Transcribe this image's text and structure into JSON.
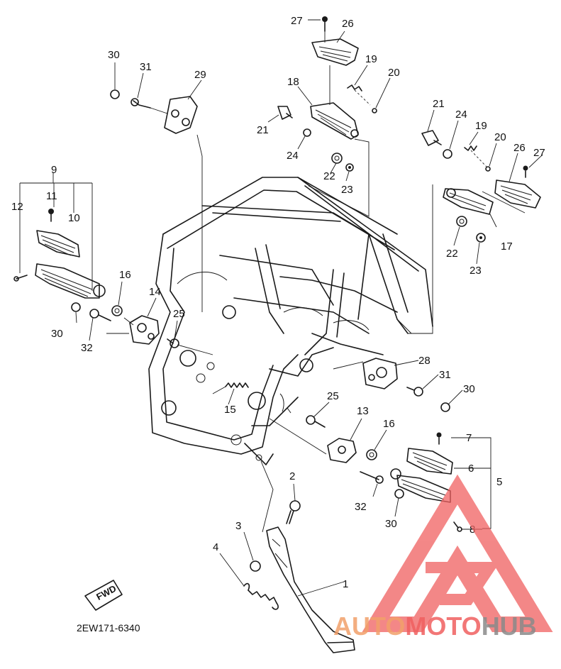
{
  "diagram": {
    "code": "2EW171-6340",
    "fwd_label": "FWD",
    "labels": [
      {
        "id": "l1",
        "text": "1"
      },
      {
        "id": "l2",
        "text": "2"
      },
      {
        "id": "l3",
        "text": "3"
      },
      {
        "id": "l4",
        "text": "4"
      },
      {
        "id": "l5",
        "text": "5"
      },
      {
        "id": "l6",
        "text": "6"
      },
      {
        "id": "l7",
        "text": "7"
      },
      {
        "id": "l8",
        "text": "8"
      },
      {
        "id": "l9",
        "text": "9"
      },
      {
        "id": "l10",
        "text": "10"
      },
      {
        "id": "l11",
        "text": "11"
      },
      {
        "id": "l12",
        "text": "12"
      },
      {
        "id": "l13",
        "text": "13"
      },
      {
        "id": "l14",
        "text": "14"
      },
      {
        "id": "l15",
        "text": "15"
      },
      {
        "id": "l16a",
        "text": "16"
      },
      {
        "id": "l16b",
        "text": "16"
      },
      {
        "id": "l17",
        "text": "17"
      },
      {
        "id": "l18",
        "text": "18"
      },
      {
        "id": "l19a",
        "text": "19"
      },
      {
        "id": "l19b",
        "text": "19"
      },
      {
        "id": "l20a",
        "text": "20"
      },
      {
        "id": "l20b",
        "text": "20"
      },
      {
        "id": "l21a",
        "text": "21"
      },
      {
        "id": "l21b",
        "text": "21"
      },
      {
        "id": "l22a",
        "text": "22"
      },
      {
        "id": "l22b",
        "text": "22"
      },
      {
        "id": "l23a",
        "text": "23"
      },
      {
        "id": "l23b",
        "text": "23"
      },
      {
        "id": "l24a",
        "text": "24"
      },
      {
        "id": "l24b",
        "text": "24"
      },
      {
        "id": "l25a",
        "text": "25"
      },
      {
        "id": "l25b",
        "text": "25"
      },
      {
        "id": "l26a",
        "text": "26"
      },
      {
        "id": "l26b",
        "text": "26"
      },
      {
        "id": "l27a",
        "text": "27"
      },
      {
        "id": "l27b",
        "text": "27"
      },
      {
        "id": "l28",
        "text": "28"
      },
      {
        "id": "l29",
        "text": "29"
      },
      {
        "id": "l30a",
        "text": "30"
      },
      {
        "id": "l30b",
        "text": "30"
      },
      {
        "id": "l30c",
        "text": "30"
      },
      {
        "id": "l30d",
        "text": "30"
      },
      {
        "id": "l31a",
        "text": "31"
      },
      {
        "id": "l31b",
        "text": "31"
      },
      {
        "id": "l32a",
        "text": "32"
      },
      {
        "id": "l32b",
        "text": "32"
      }
    ]
  },
  "watermark": {
    "part1": "AUTO",
    "part2": "MOTO",
    "part3": "HUB",
    "accent": "#f2a06a",
    "red": "#f06060",
    "gray": "#8a8a8a"
  }
}
